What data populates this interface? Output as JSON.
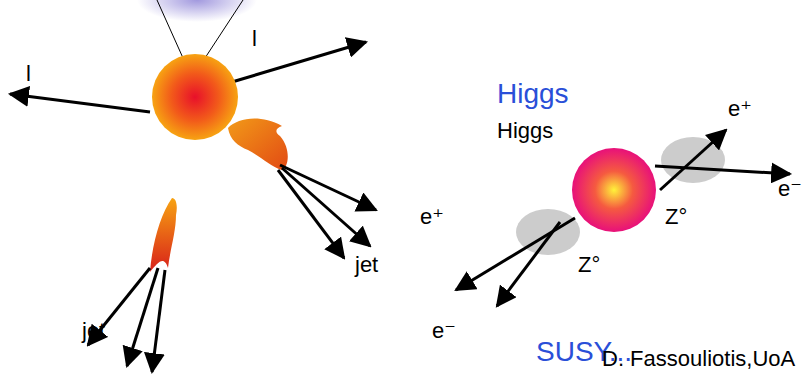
{
  "diagram": {
    "labels": [
      "l",
      "l",
      "Higgs",
      "e⁺",
      "Higgs",
      "e⁻",
      "e⁺",
      "Z°",
      "jet",
      "Z°",
      "jet",
      "e⁻",
      "SUSY...",
      "D. Fassouliotis,UoA"
    ]
  }
}
